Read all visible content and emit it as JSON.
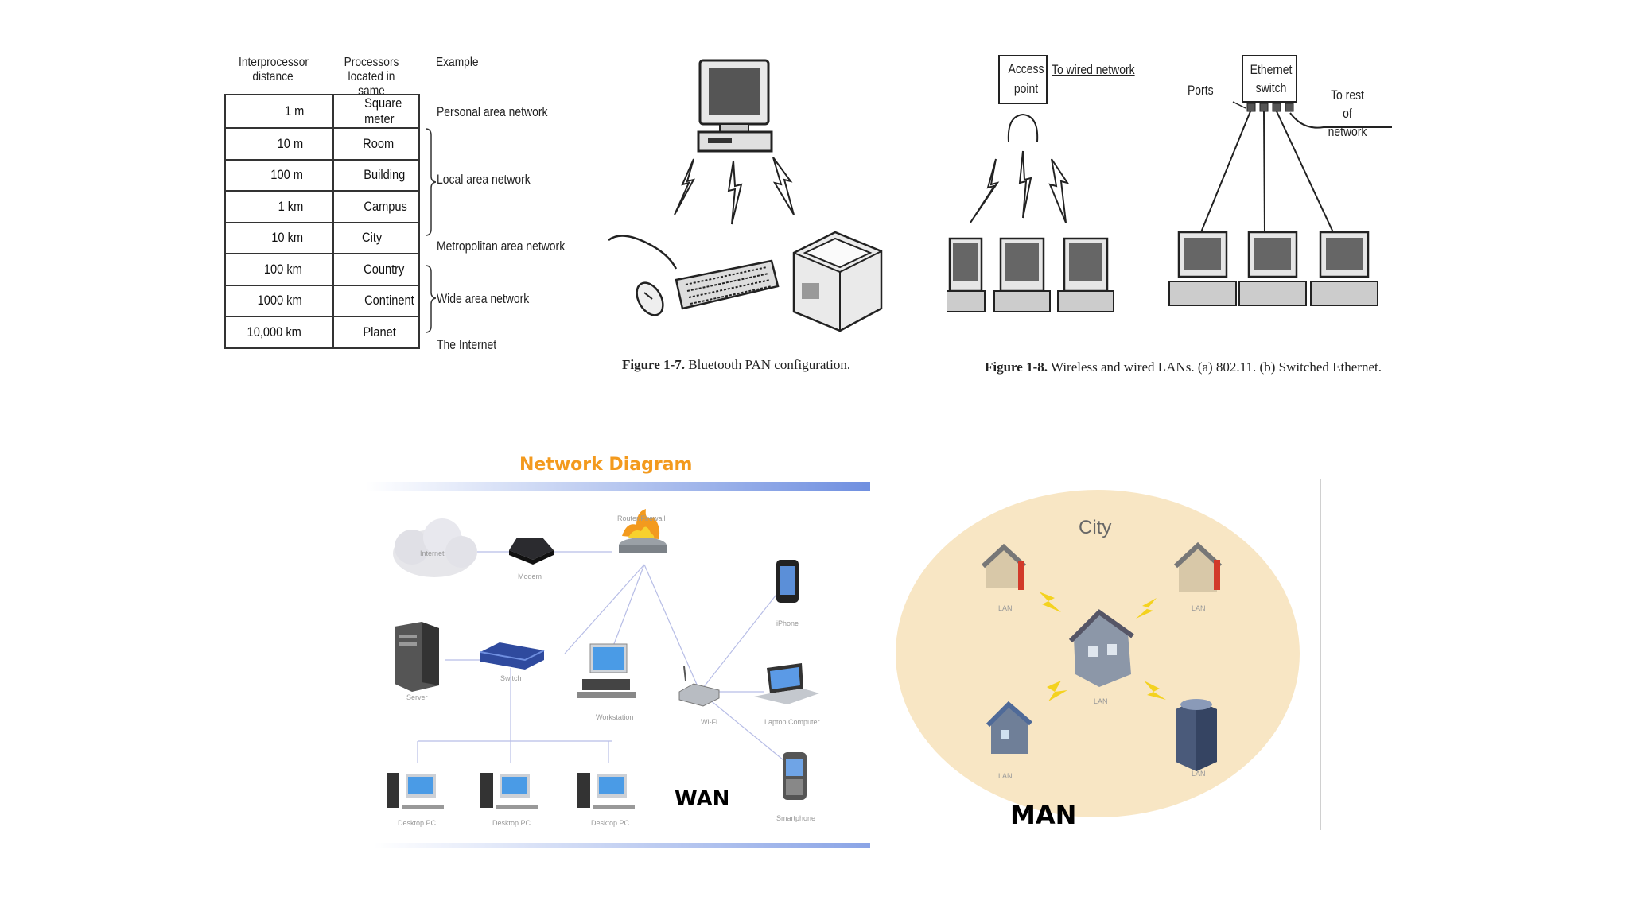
{
  "scale_table": {
    "headers": {
      "distance": "Interprocessor distance",
      "processors": "Processors located in same",
      "example": "Example"
    },
    "rows": [
      {
        "distance": "1 m",
        "location": "Square meter"
      },
      {
        "distance": "10 m",
        "location": "Room"
      },
      {
        "distance": "100 m",
        "location": "Building"
      },
      {
        "distance": "1 km",
        "location": "Campus"
      },
      {
        "distance": "10 km",
        "location": "City"
      },
      {
        "distance": "100 km",
        "location": "Country"
      },
      {
        "distance": "1000 km",
        "location": "Continent"
      },
      {
        "distance": "10,000 km",
        "location": "Planet"
      }
    ],
    "examples": [
      "Personal area network",
      "Local area network",
      "Metropolitan area network",
      "Wide area network",
      "The Internet"
    ]
  },
  "figure_1_7": {
    "caption_label": "Figure 1-7.",
    "caption_text": "Bluetooth PAN configuration."
  },
  "figure_1_8": {
    "caption_label": "Figure 1-8.",
    "caption_text": "Wireless and wired LANs. (a) 802.11. (b) Switched Ethernet.",
    "access_point": "Access point",
    "to_wired_network": "To wired network",
    "ethernet_switch": "Ethernet switch",
    "ports": "Ports",
    "to_rest_of_network": "To rest of network"
  },
  "network_diagram": {
    "title": "Network Diagram",
    "nodes": {
      "internet": "Internet",
      "modem": "Modem",
      "router": "Router/Firewall",
      "iphone": "iPhone",
      "server": "Server",
      "switch": "Switch",
      "workstation": "Workstation",
      "wifi": "Wi-Fi",
      "laptop": "Laptop Computer",
      "desktop1": "Desktop PC",
      "desktop2": "Desktop PC",
      "desktop3": "Desktop PC",
      "smartphone": "Smartphone"
    },
    "label": "WAN"
  },
  "man_diagram": {
    "city": "City",
    "lan_labels": [
      "LAN",
      "LAN",
      "LAN",
      "LAN",
      "LAN"
    ],
    "label": "MAN"
  },
  "colors": {
    "title_orange": "#f39a1e",
    "city_fill": "#f8e6c4",
    "bar_blue": "#6f8fe0"
  }
}
